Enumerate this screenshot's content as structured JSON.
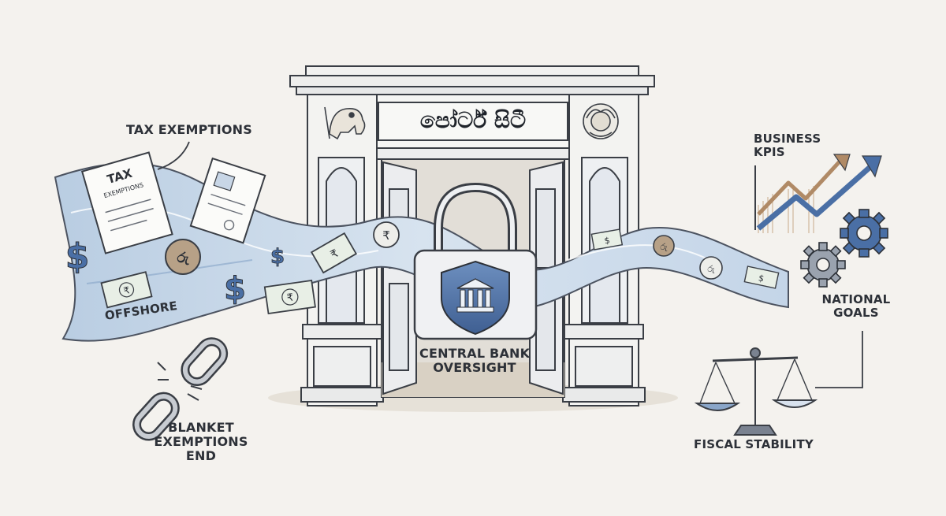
{
  "sign": {
    "text": "පෝර්ට් සිටී"
  },
  "labels": {
    "tax_exemptions": "TAX EXEMPTIONS",
    "offshore": "OFFSHORE",
    "blanket_line1": "BLANKET",
    "blanket_line2": "EXEMPTIONS",
    "blanket_line3": "END",
    "central_line1": "CENTRAL BANK",
    "central_line2": "OVERSIGHT",
    "business_line1": "BUSINESS",
    "business_line2": "KPIS",
    "national_line1": "NATIONAL",
    "national_line2": "GOALS",
    "fiscal": "FISCAL STABILITY"
  },
  "document": {
    "title": "TAX",
    "subtitle": "EXEMPTIONS"
  },
  "symbols": {
    "dollar": "$",
    "rupee": "₹",
    "sl_rupee": "රු"
  },
  "colors": {
    "ink": "#2d3138",
    "river": "#9db8d6",
    "accent_blue": "#4a6fa5",
    "coin_brown": "#b7a187",
    "paper": "#f4f2ee"
  }
}
